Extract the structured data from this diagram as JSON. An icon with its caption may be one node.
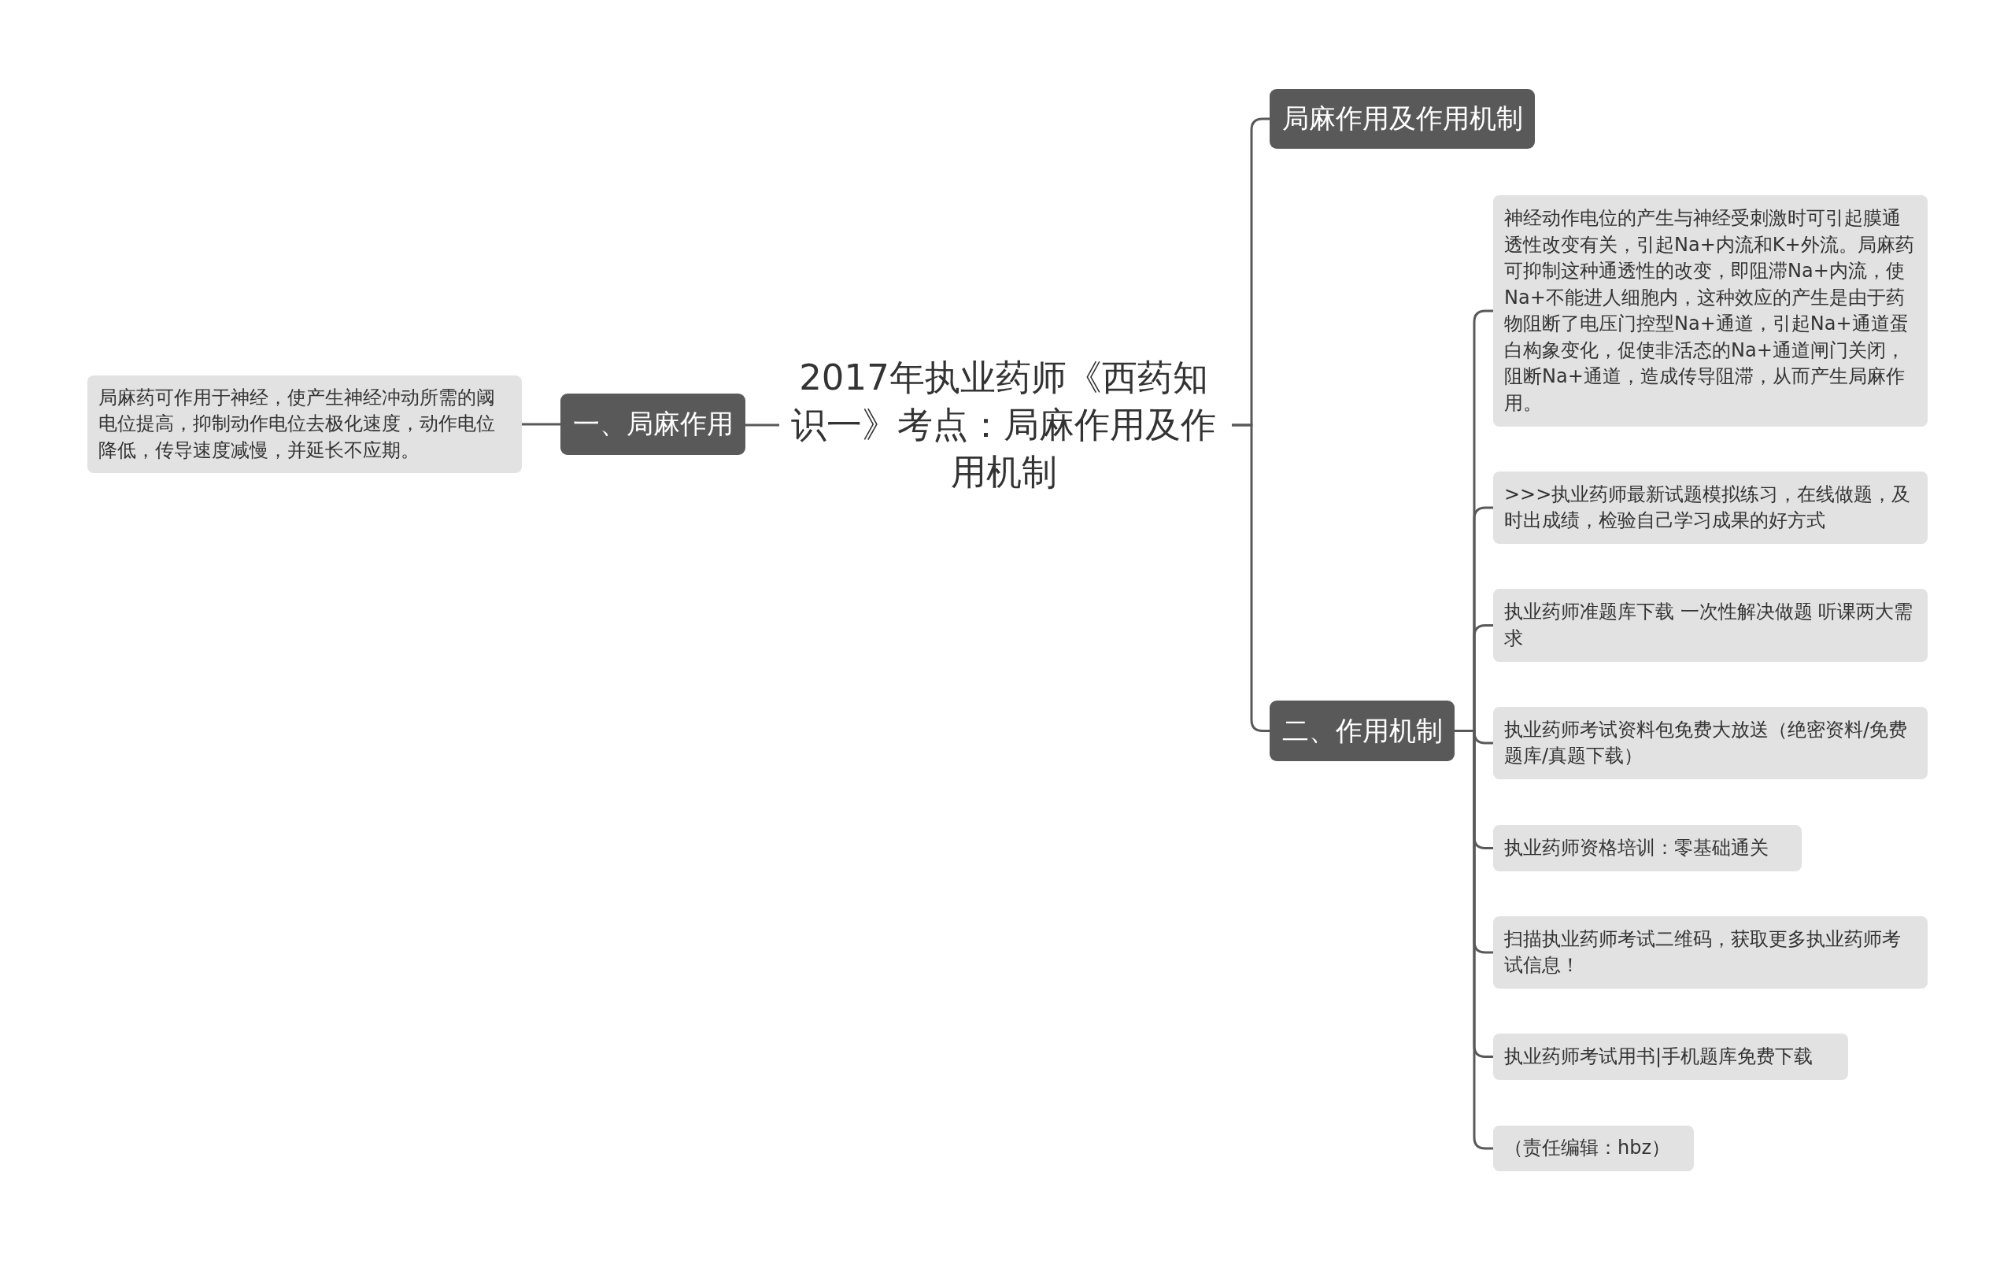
{
  "diagram": {
    "nodes": [
      {
        "text": [
          "2017年执业药师《西药知识一》考点：局麻作用及作用机制"
        ]
      },
      {
        "text": [
          "一、局麻作用"
        ]
      },
      {
        "text": [
          "局麻药可作用于神经，使产生神经冲动所需的阈电位提高，抑制动作电位去极化速度，动作电位降低，传导速度减慢，并延长不应期。"
        ]
      },
      {
        "text": [
          "局麻作用及作用机制"
        ]
      },
      {
        "text": [
          "二、作用机制"
        ]
      },
      {
        "text": [
          "神经动作电位的产生与神经受刺激时可引起膜通透性改变有关，引起Na+内流和K+外流。局麻药可抑制这种通透性的改变，即阻滞Na+内流，使Na+不能进人细胞内，这种效应的产生是由于药物阻断了电压门控型Na+通道，引起Na+通道蛋白构象变化，促使非活态的Na+通道闸门关闭，阻断Na+通道，造成传导阻滞，从而产生局麻作用。"
        ]
      },
      {
        "text": [
          ">>>执业药师最新试题模拟练习，在线做题，及时出成绩，检验自己学习成果的好方式"
        ]
      },
      {
        "text": [
          "执业药师准题库下载 一次性解决做题 听课两大需求"
        ]
      },
      {
        "text": [
          "执业药师考试资料包免费大放送（绝密资料/免费题库/真题下载）"
        ]
      },
      {
        "text": [
          "执业药师资格培训：零基础通关"
        ]
      },
      {
        "text": [
          "扫描执业药师考试二维码，获取更多执业药师考试信息！"
        ]
      },
      {
        "text": [
          "执业药师考试用书|手机题库免费下载"
        ]
      },
      {
        "text": [
          "（责任编辑：hbz）"
        ]
      }
    ],
    "edges": [
      {
        "from": 0,
        "to": 1,
        "arrow": "none"
      },
      {
        "from": 1,
        "to": 2,
        "arrow": "none"
      },
      {
        "from": 0,
        "to": 3,
        "arrow": "none"
      },
      {
        "from": 0,
        "to": 4,
        "arrow": "none"
      },
      {
        "from": 4,
        "to": 5,
        "arrow": "none"
      },
      {
        "from": 4,
        "to": 6,
        "arrow": "none"
      },
      {
        "from": 4,
        "to": 7,
        "arrow": "none"
      },
      {
        "from": 4,
        "to": 8,
        "arrow": "none"
      },
      {
        "from": 4,
        "to": 9,
        "arrow": "none"
      },
      {
        "from": 4,
        "to": 10,
        "arrow": "none"
      },
      {
        "from": 4,
        "to": 11,
        "arrow": "none"
      },
      {
        "from": 4,
        "to": 12,
        "arrow": "none"
      }
    ]
  }
}
